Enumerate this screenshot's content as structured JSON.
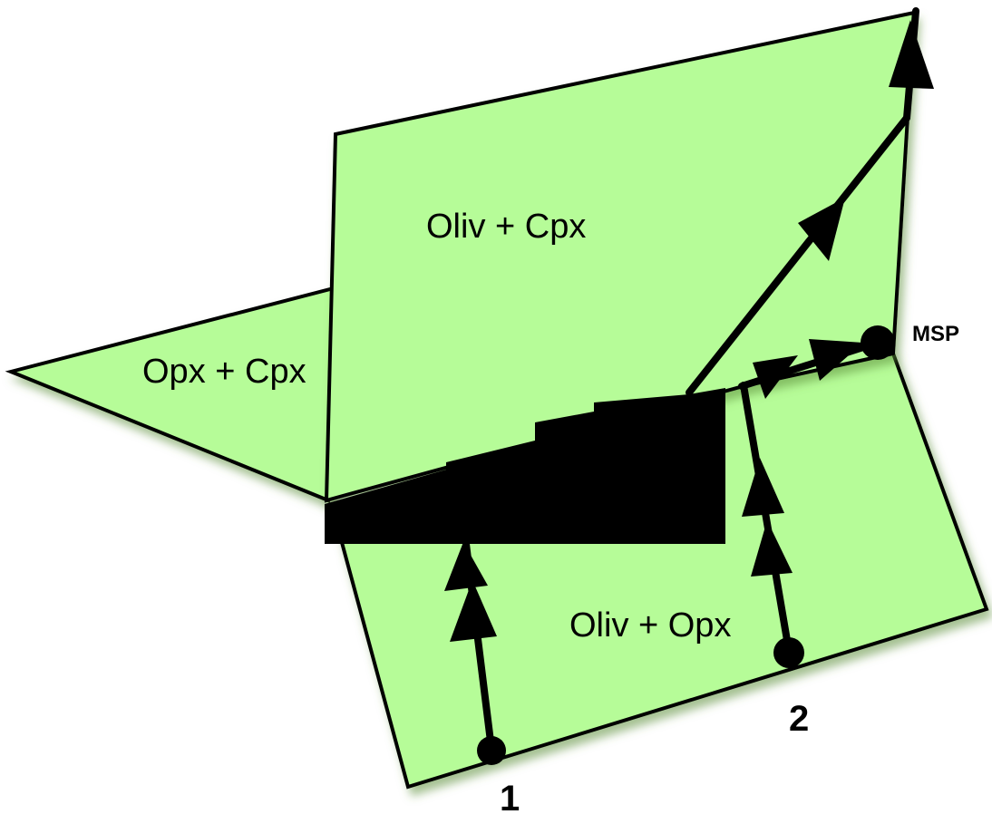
{
  "labels": {
    "oliv_cpx": "Oliv + Cpx",
    "opx_cpx": "Opx + Cpx",
    "oliv_opx": "Oliv + Opx",
    "msp": "MSP",
    "path1": "1",
    "path2": "2"
  },
  "colors": {
    "plane_fill": "#b6fc98",
    "outline": "#000000",
    "shadow": "#7ea86a"
  }
}
